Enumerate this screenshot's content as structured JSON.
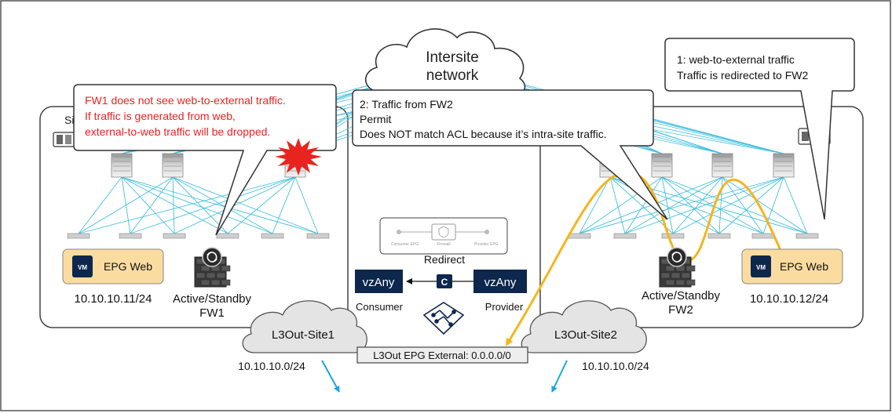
{
  "cloud": {
    "line1": "Intersite",
    "line2": "network"
  },
  "site1": {
    "label_partial": "Si"
  },
  "callout_fw1": {
    "line1": "FW1 does not see web-to-external traffic.",
    "line2": "If traffic is generated from web,",
    "line3": "external-to-web traffic will be dropped."
  },
  "callout_fw2": {
    "line1": "2: Traffic from FW2",
    "line2": "Permit",
    "line3": "Does NOT match ACL because it’s intra-site traffic."
  },
  "callout_redirect": {
    "line1": "1: web-to-external traffic",
    "line2": "Traffic is redirected to FW2"
  },
  "left_epg": {
    "label": "EPG Web",
    "ip": "10.10.10.11/24"
  },
  "right_epg": {
    "label": "EPG Web",
    "ip": "10.10.10.12/24"
  },
  "fw1": {
    "line1": "Active/Standby",
    "line2": "FW1"
  },
  "fw2": {
    "line1": "Active/Standby",
    "line2": "FW2"
  },
  "contract": {
    "graph_left": "Consumer EPG",
    "graph_mid": "Firewall",
    "graph_right": "Provider EPG",
    "redirect": "Redirect",
    "consumer_box": "vzAny",
    "provider_box": "vzAny",
    "contract_letter": "C",
    "consumer_label": "Consumer",
    "provider_label": "Provider"
  },
  "l3out1": {
    "label": "L3Out-Site1",
    "subnet": "10.10.10.0/24"
  },
  "l3out2": {
    "label": "L3Out-Site2",
    "subnet": "10.10.10.0/24"
  },
  "l3out_epg": {
    "label": "L3Out EPG External: 0.0.0.0/0"
  },
  "vm_badge": "VM",
  "colors": {
    "red_text": "#e8241f",
    "navy_box": "#0d274d",
    "epg_fill": "#fbdca0",
    "traffic": "#f5b51e",
    "mesh": "#45c0e0",
    "arrow": "#1aa6df"
  }
}
